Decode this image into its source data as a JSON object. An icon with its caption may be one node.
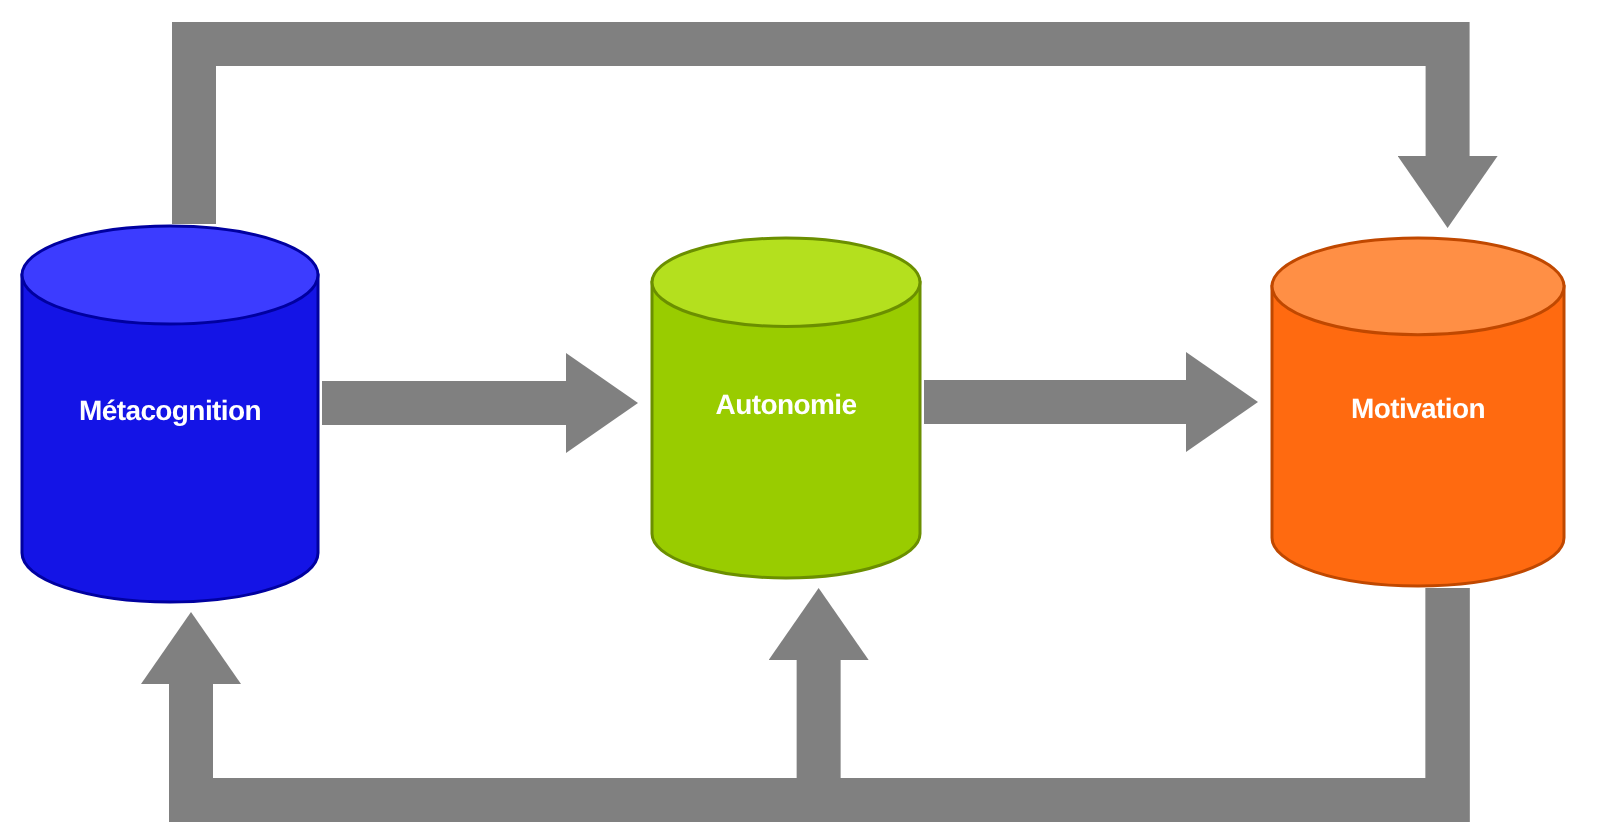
{
  "diagram": {
    "nodes": [
      {
        "text": [
          "Métacognition"
        ]
      },
      {
        "text": [
          "Autonomie"
        ]
      },
      {
        "text": [
          "Motivation"
        ]
      }
    ],
    "edges": [
      {
        "from": 0,
        "to": 1,
        "arrow": "to"
      },
      {
        "from": 1,
        "to": 2,
        "arrow": "to"
      },
      {
        "from": 0,
        "to": 2,
        "arrow": "to"
      },
      {
        "from": 2,
        "to": 0,
        "arrow": "to"
      },
      {
        "from": 2,
        "to": 1,
        "arrow": "to"
      }
    ]
  }
}
